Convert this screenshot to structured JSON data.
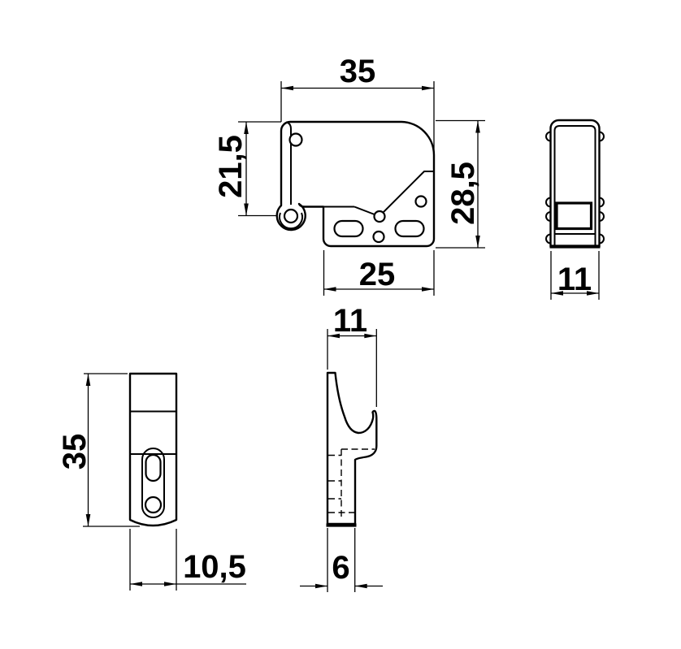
{
  "colors": {
    "background": "#ffffff",
    "line": "#000000"
  },
  "dimensions": {
    "main_width_top": "35",
    "main_height_left": "21,5",
    "main_height_right": "28,5",
    "main_base_width": "25",
    "end_view_width": "11",
    "plate_height": "35",
    "plate_width": "10,5",
    "plate_side_width": "11",
    "plate_side_thickness": "6"
  }
}
